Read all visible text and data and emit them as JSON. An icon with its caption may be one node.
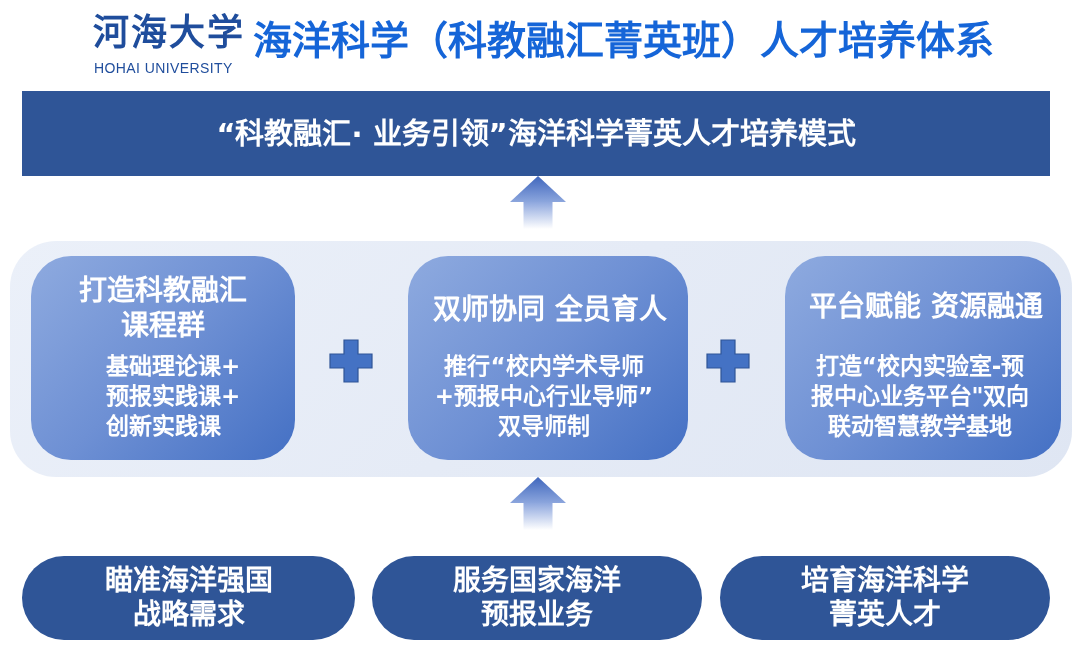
{
  "diagram": {
    "title": "海洋科学（科教融汇菁英班）人才培养体系",
    "nodes": [
      {
        "text": [
          "“科教融汇· 业务引领”海洋科学菁英人才培养模式"
        ]
      },
      {
        "text": [],
        "shape": "box"
      },
      {
        "text": [
          "打造科教融汇课程群",
          "基础理论课+预报实践课+创新实践课"
        ],
        "in": 1
      },
      {
        "text": [
          "双师协同 全员育人",
          "推行“校内学术导师+预报中心行业导师”双导师制"
        ],
        "in": 1
      },
      {
        "text": [
          "平台赋能 资源融通",
          "打造“校内实验室-预报中心业务平台\"双向联动智慧教学基地"
        ],
        "in": 1
      },
      {
        "text": [
          "瞄准海洋强国战略需求"
        ]
      },
      {
        "text": [
          "服务国家海洋预报业务"
        ]
      },
      {
        "text": [
          "培育海洋科学菁英人才"
        ]
      }
    ],
    "edges": [
      {
        "from": 1,
        "to": 0,
        "arrow": "to"
      },
      {
        "from": 6,
        "to": 1,
        "arrow": "to"
      }
    ],
    "labels": [
      "河海大学",
      "HOHAI UNIVERSITY"
    ]
  }
}
